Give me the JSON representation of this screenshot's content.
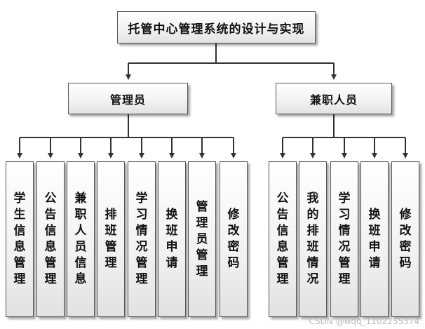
{
  "root": {
    "label": "托管中心管理系统的设计与实现"
  },
  "branches": [
    {
      "label": "管理员",
      "children": [
        "学生信息管理",
        "公告信息管理",
        "兼职人员信息",
        "排班管理",
        "学习情况管理",
        "换班申请",
        "管理员管理",
        "修改密码"
      ]
    },
    {
      "label": "兼职人员",
      "children": [
        "公告信息管理",
        "我的排班情况",
        "学习情况管理",
        "换班申请",
        "修改密码"
      ]
    }
  ],
  "watermark": "CSDN @wqq_1102255374"
}
